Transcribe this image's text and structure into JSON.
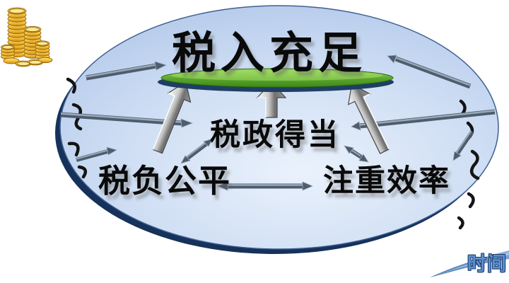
{
  "diagram": {
    "title": "税入充足",
    "nodes": {
      "policy": "税政得当",
      "fairness": "税负公平",
      "efficiency": "注重效率"
    },
    "timeline_label": "时间",
    "icons": {
      "coins": "gold-coin-stacks-icon"
    },
    "colors": {
      "ellipse_fill_light": "#e9f1fb",
      "ellipse_fill_edge": "#b3c9ea",
      "ellipse_border": "#3f5f92",
      "ellipse_shadow": "#16325a",
      "platform_green_light": "#8ed054",
      "platform_green_dark": "#3e8a1a",
      "arrow_gray": "#4e5c6b",
      "arrow_highlight": "#97a9bc",
      "metal_light": "#fdfdfd",
      "metal_dark": "#707070",
      "coin_gold": "#f3bd3a",
      "timeline_blue": "#5b8fd4"
    }
  }
}
